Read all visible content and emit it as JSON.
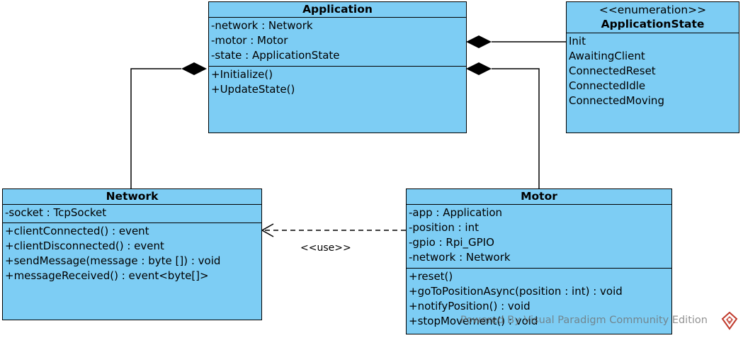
{
  "classes": {
    "application": {
      "name": "Application",
      "attributes": [
        "-network : Network",
        "-motor : Motor",
        "-state : ApplicationState"
      ],
      "operations": [
        "+Initialize()",
        "+UpdateState()"
      ]
    },
    "application_state": {
      "stereotype": "<<enumeration>>",
      "name": "ApplicationState",
      "literals": [
        "Init",
        "AwaitingClient",
        "ConnectedReset",
        "ConnectedIdle",
        "ConnectedMoving"
      ]
    },
    "network": {
      "name": "Network",
      "attributes": [
        "-socket : TcpSocket"
      ],
      "operations": [
        "+clientConnected() : event",
        "+clientDisconnected() : event",
        "+sendMessage(message : byte []) : void",
        "+messageReceived() : event<byte[]>"
      ]
    },
    "motor": {
      "name": "Motor",
      "attributes": [
        "-app : Application",
        "-position : int",
        "-gpio : Rpi_GPIO",
        "-network : Network"
      ],
      "operations": [
        "+reset()",
        "+goToPositionAsync(position : int) : void",
        "+notifyPosition() : void",
        "+stopMovement() : void"
      ]
    }
  },
  "relations": {
    "use_label": "<<use>>"
  },
  "watermark": {
    "text": "Powered By Visual Paradigm Community Edition"
  },
  "colors": {
    "class_fill": "#7dcdf4",
    "border": "#000000",
    "watermark_icon": "#c0392b"
  }
}
